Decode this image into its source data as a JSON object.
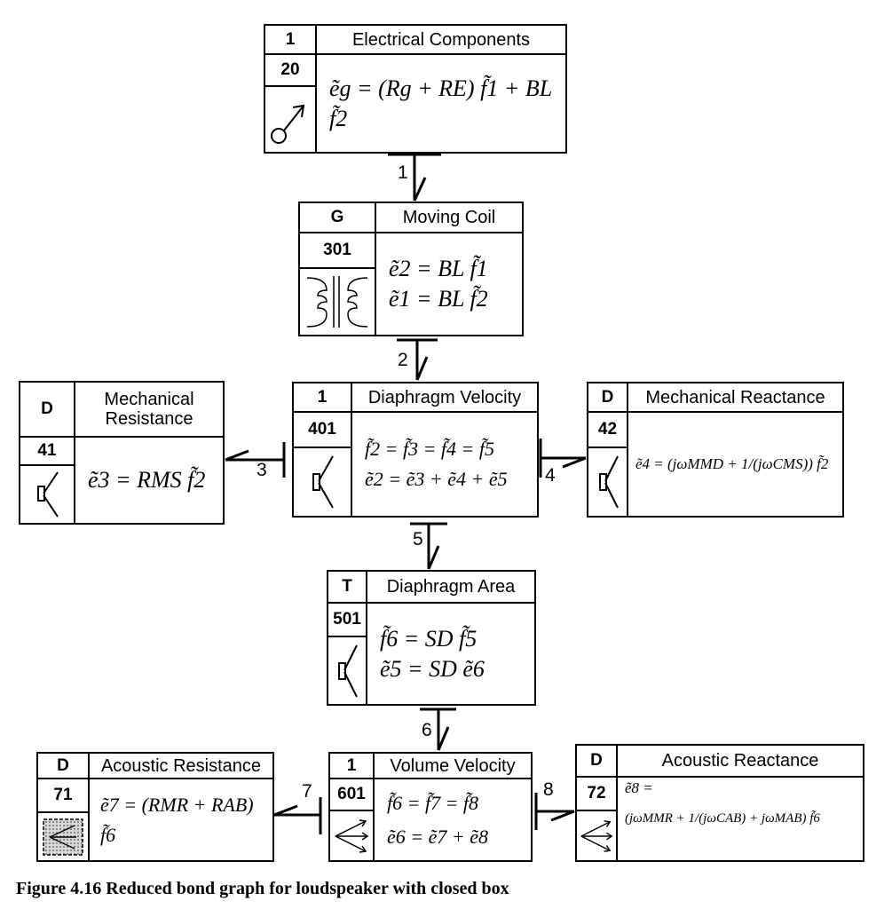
{
  "figure": {
    "caption": "Figure 4.16 Reduced bond graph for loudspeaker with closed box"
  },
  "nodes": [
    {
      "type": "1",
      "number": "20",
      "title": "Electrical Components",
      "icon": "source-arrow-icon",
      "equations": [
        "ẽg = (Rg + RE) f̃1 + BL f̃2"
      ]
    },
    {
      "type": "G",
      "number": "301",
      "title": "Moving Coil",
      "icon": "transformer-icon",
      "equations": [
        "ẽ2 = BL f̃1",
        "ẽ1 = BL f̃2"
      ]
    },
    {
      "type": "D",
      "number": "41",
      "title": "Mechanical Resistance",
      "icon": "diaphragm-icon",
      "equations": [
        "ẽ3 = RMS f̃2"
      ]
    },
    {
      "type": "1",
      "number": "401",
      "title": "Diaphragm Velocity",
      "icon": "diaphragm-icon",
      "equations": [
        "f̃2 = f̃3 = f̃4 = f̃5",
        "ẽ2 = ẽ3 + ẽ4 + ẽ5"
      ]
    },
    {
      "type": "D",
      "number": "42",
      "title": "Mechanical Reactance",
      "icon": "diaphragm-icon",
      "equations": [
        "ẽ4 = (jωMMD + 1/(jωCMS)) f̃2"
      ]
    },
    {
      "type": "T",
      "number": "501",
      "title": "Diaphragm Area",
      "icon": "diaphragm-icon",
      "equations": [
        "f̃6 = SD f̃5",
        "ẽ5 = SD ẽ6"
      ]
    },
    {
      "type": "D",
      "number": "71",
      "title": "Acoustic Resistance",
      "icon": "radiation-box-icon",
      "equations": [
        "ẽ7 = (RMR + RAB) f̃6"
      ]
    },
    {
      "type": "1",
      "number": "601",
      "title": "Volume Velocity",
      "icon": "radiation-arrows-icon",
      "equations": [
        "f̃6 = f̃7 = f̃8",
        "ẽ6 = ẽ7 + ẽ8"
      ]
    },
    {
      "type": "D",
      "number": "72",
      "title": "Acoustic Reactance",
      "icon": "radiation-arrows-icon",
      "equations": [
        "ẽ8 =",
        "(jωMMR + 1/(jωCAB) + jωMAB) f̃6"
      ]
    }
  ],
  "bonds": [
    {
      "label": "1",
      "from": "Electrical Components",
      "to": "Moving Coil"
    },
    {
      "label": "2",
      "from": "Moving Coil",
      "to": "Diaphragm Velocity"
    },
    {
      "label": "3",
      "from": "Diaphragm Velocity",
      "to": "Mechanical Resistance"
    },
    {
      "label": "4",
      "from": "Diaphragm Velocity",
      "to": "Mechanical Reactance"
    },
    {
      "label": "5",
      "from": "Diaphragm Velocity",
      "to": "Diaphragm Area"
    },
    {
      "label": "6",
      "from": "Diaphragm Area",
      "to": "Volume Velocity"
    },
    {
      "label": "7",
      "from": "Volume Velocity",
      "to": "Acoustic Resistance"
    },
    {
      "label": "8",
      "from": "Volume Velocity",
      "to": "Acoustic Reactance"
    }
  ]
}
